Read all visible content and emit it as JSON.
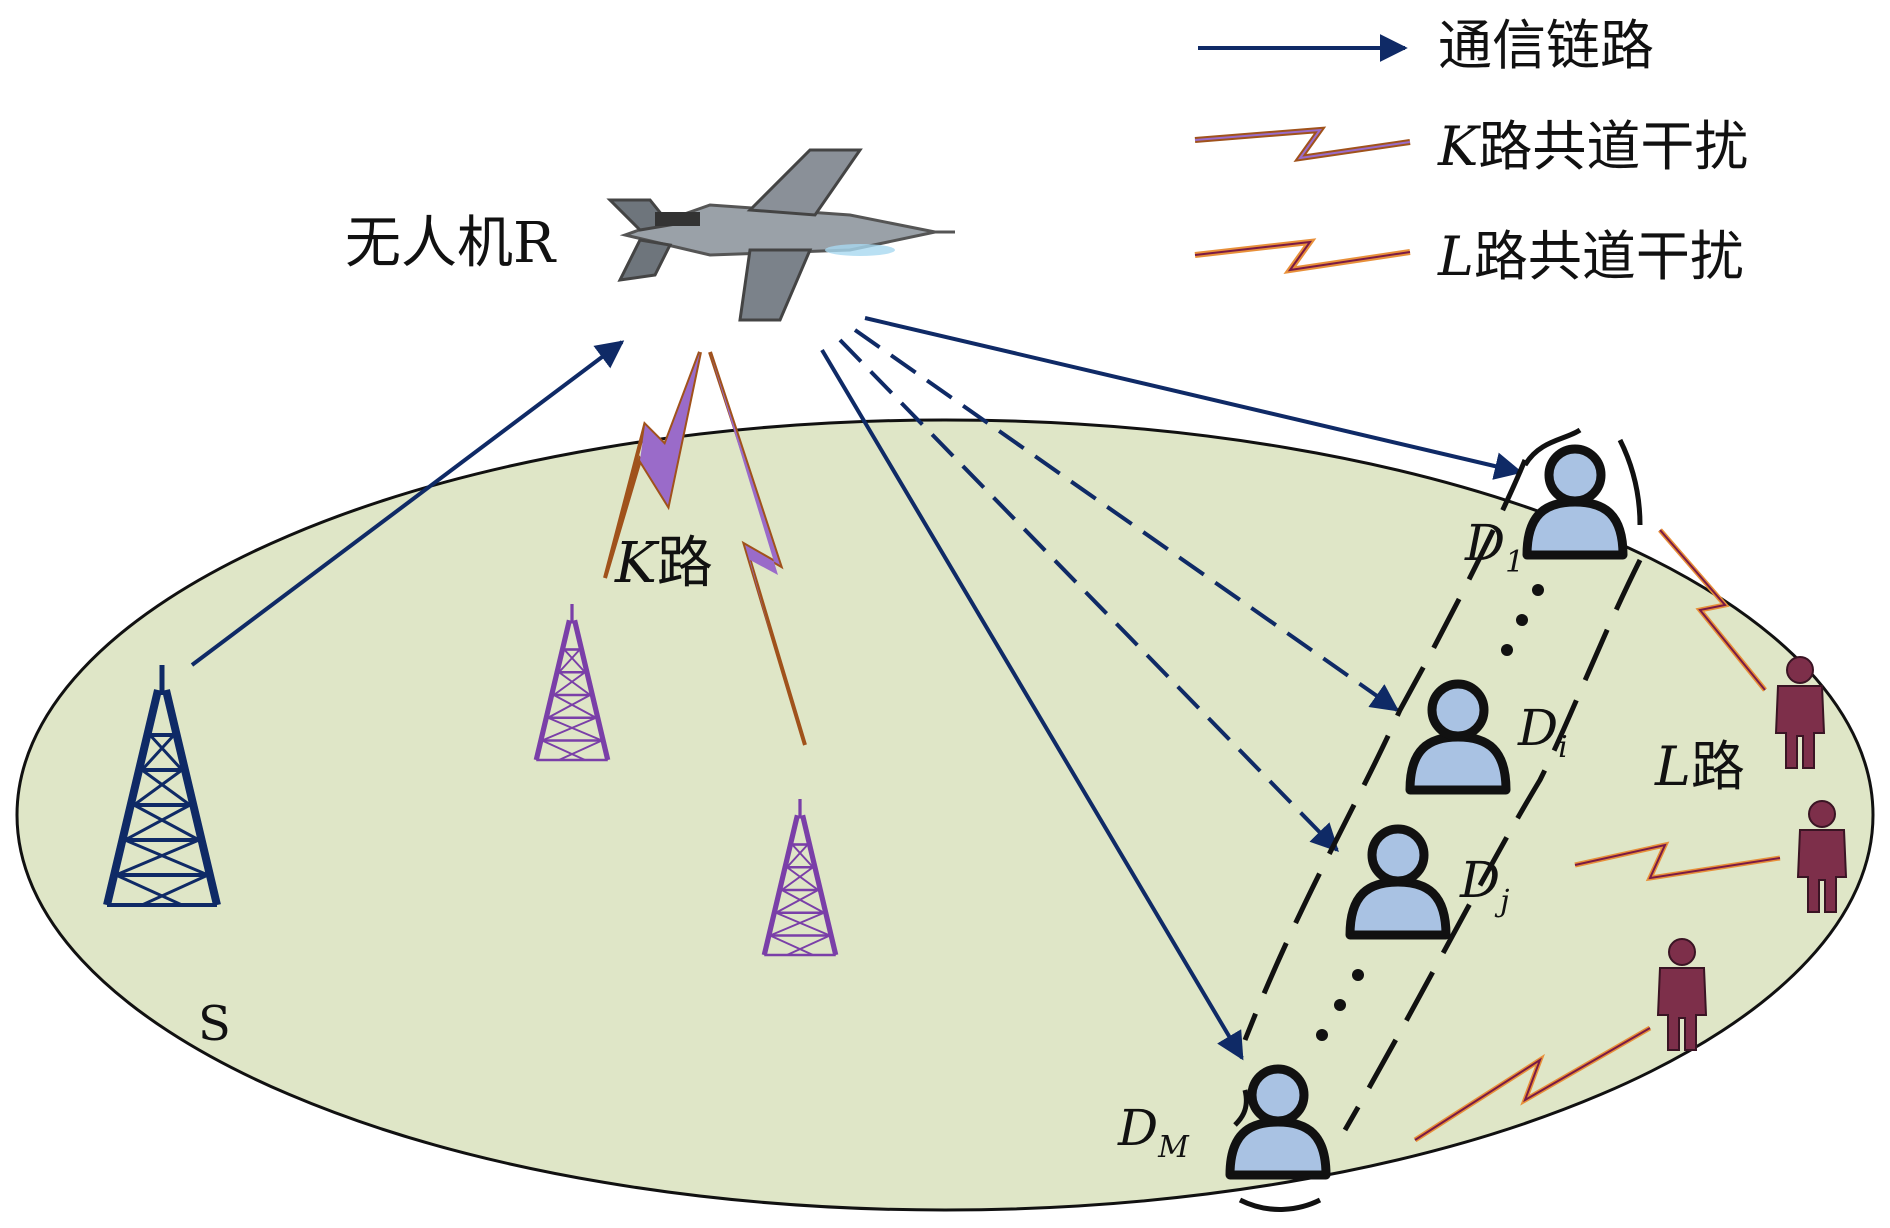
{
  "legend": {
    "comm_link": "通信链路",
    "k_interf_var": "K",
    "k_interf_rest": "路共道干扰",
    "l_interf_var": "L",
    "l_interf_rest": "路共道干扰"
  },
  "uav": {
    "label": "无人机R"
  },
  "source": {
    "label": "S"
  },
  "k_path": {
    "var": "K",
    "rest": "路"
  },
  "l_path": {
    "var": "L",
    "rest": "路"
  },
  "users": [
    {
      "base": "D",
      "sub": "1"
    },
    {
      "base": "D",
      "sub": "i"
    },
    {
      "base": "D",
      "sub": "j"
    },
    {
      "base": "D",
      "sub": "M"
    }
  ],
  "colors": {
    "ground": "#dfe6c7",
    "link": "#0f2a66",
    "k_tower": "#7a3fa8",
    "k_bolt_fill": "#9a6bc9",
    "k_bolt_stroke": "#a0521b",
    "l_bolt_fill": "#7a1a45",
    "l_bolt_stroke": "#e8903a",
    "user_fill": "#a9c2e3",
    "interferer": "#7d2f4a"
  }
}
